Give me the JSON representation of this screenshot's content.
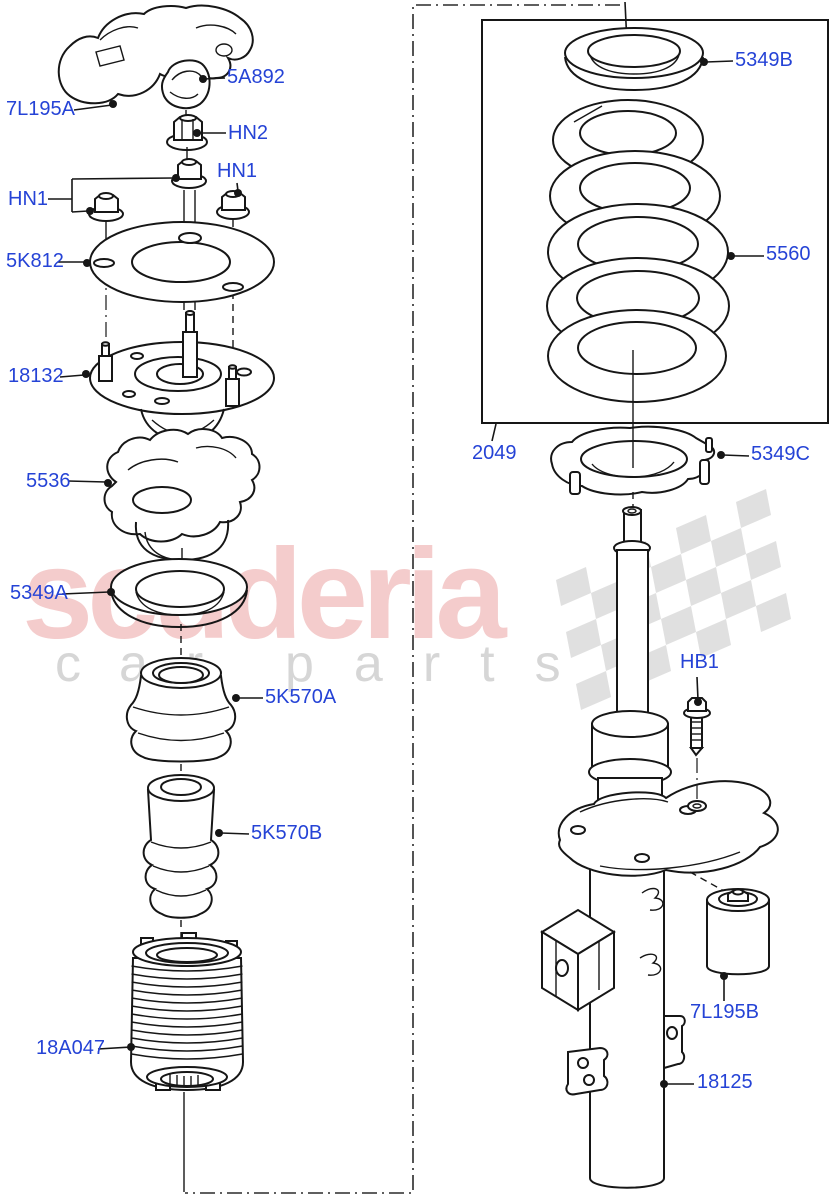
{
  "watermark": {
    "brand": "scuderia",
    "tagline_car": "car",
    "tagline_parts": "parts"
  },
  "parts": {
    "strut_top_cover": "7L195A",
    "cap": "5A892",
    "nut_hn2": "HN2",
    "nut_hn1_left": "HN1",
    "nut_hn1_right": "HN1",
    "washer_plate": "5K812",
    "strut_mount": "18132",
    "spring_seat_upper": "5536",
    "spring_insulator_a": "5349A",
    "bump_stop_upper": "5K570A",
    "bump_stop_lower": "5K570B",
    "dust_boot": "18A047",
    "spring_insulator_b": "5349B",
    "coil_spring": "5560",
    "spring_assembly_box": "2049",
    "spring_insulator_c": "5349C",
    "bolt_hb1": "HB1",
    "bushing": "7L195B",
    "strut_body": "18125"
  },
  "colors": {
    "label_blue": "#2543D6",
    "line_black": "#161616",
    "watermark_pink": "#E06A6A",
    "watermark_gray": "#D6D6D6",
    "flag_gray": "#DBDBDB"
  }
}
